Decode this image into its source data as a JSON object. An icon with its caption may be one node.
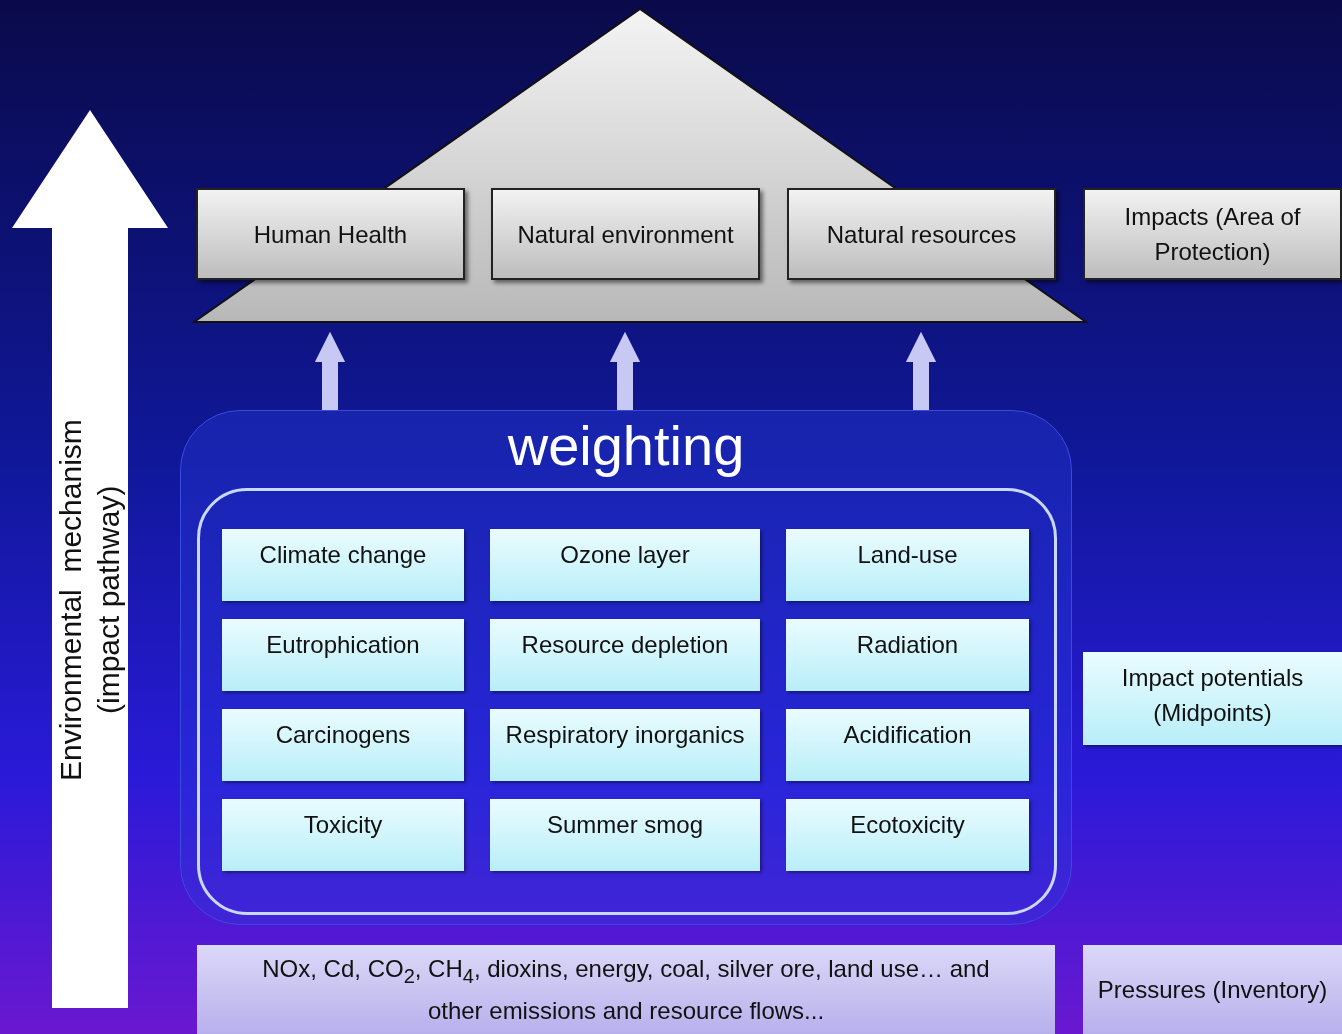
{
  "diagram": {
    "nodes": [
      {
        "text": [
          "Environmental  mechanism (impact pathway)"
        ]
      },
      {
        "text": [],
        "shape": "triangle"
      },
      {
        "text": [
          "Human Health"
        ],
        "in": 1
      },
      {
        "text": [
          "Natural environment"
        ],
        "in": 1
      },
      {
        "text": [
          "Natural resources"
        ],
        "in": 1
      },
      {
        "text": [
          "Impacts (Area of Protection)"
        ]
      },
      {
        "text": [
          "weighting"
        ]
      },
      {
        "text": [],
        "shape": "box",
        "in": 6
      },
      {
        "text": [
          "Climate change"
        ],
        "in": 7
      },
      {
        "text": [
          "Ozone layer"
        ],
        "in": 7
      },
      {
        "text": [
          "Land-use"
        ],
        "in": 7
      },
      {
        "text": [
          "Eutrophication"
        ],
        "in": 7
      },
      {
        "text": [
          "Resource depletion"
        ],
        "in": 7
      },
      {
        "text": [
          "Radiation"
        ],
        "in": 7
      },
      {
        "text": [
          "Carcinogens"
        ],
        "in": 7
      },
      {
        "text": [
          "Respiratory inorganics"
        ],
        "in": 7
      },
      {
        "text": [
          "Acidification"
        ],
        "in": 7
      },
      {
        "text": [
          "Toxicity"
        ],
        "in": 7
      },
      {
        "text": [
          "Summer smog"
        ],
        "in": 7
      },
      {
        "text": [
          "Ecotoxicity"
        ],
        "in": 7
      },
      {
        "text": [
          "Impact potentials (Midpoints)"
        ]
      },
      {
        "text": [
          "NOx, Cd, CO$_{2}$, CH$_{4}$, dioxins, energy, coal, silver ore, land use… and other emissions and resource flows..."
        ]
      },
      {
        "text": [
          "Pressures (Inventory)"
        ]
      }
    ],
    "edges": [
      {
        "from": 6,
        "to": 1,
        "arrow": "to"
      },
      {
        "from": 6,
        "to": 1,
        "arrow": "to"
      },
      {
        "from": 6,
        "to": 1,
        "arrow": "to"
      }
    ]
  }
}
